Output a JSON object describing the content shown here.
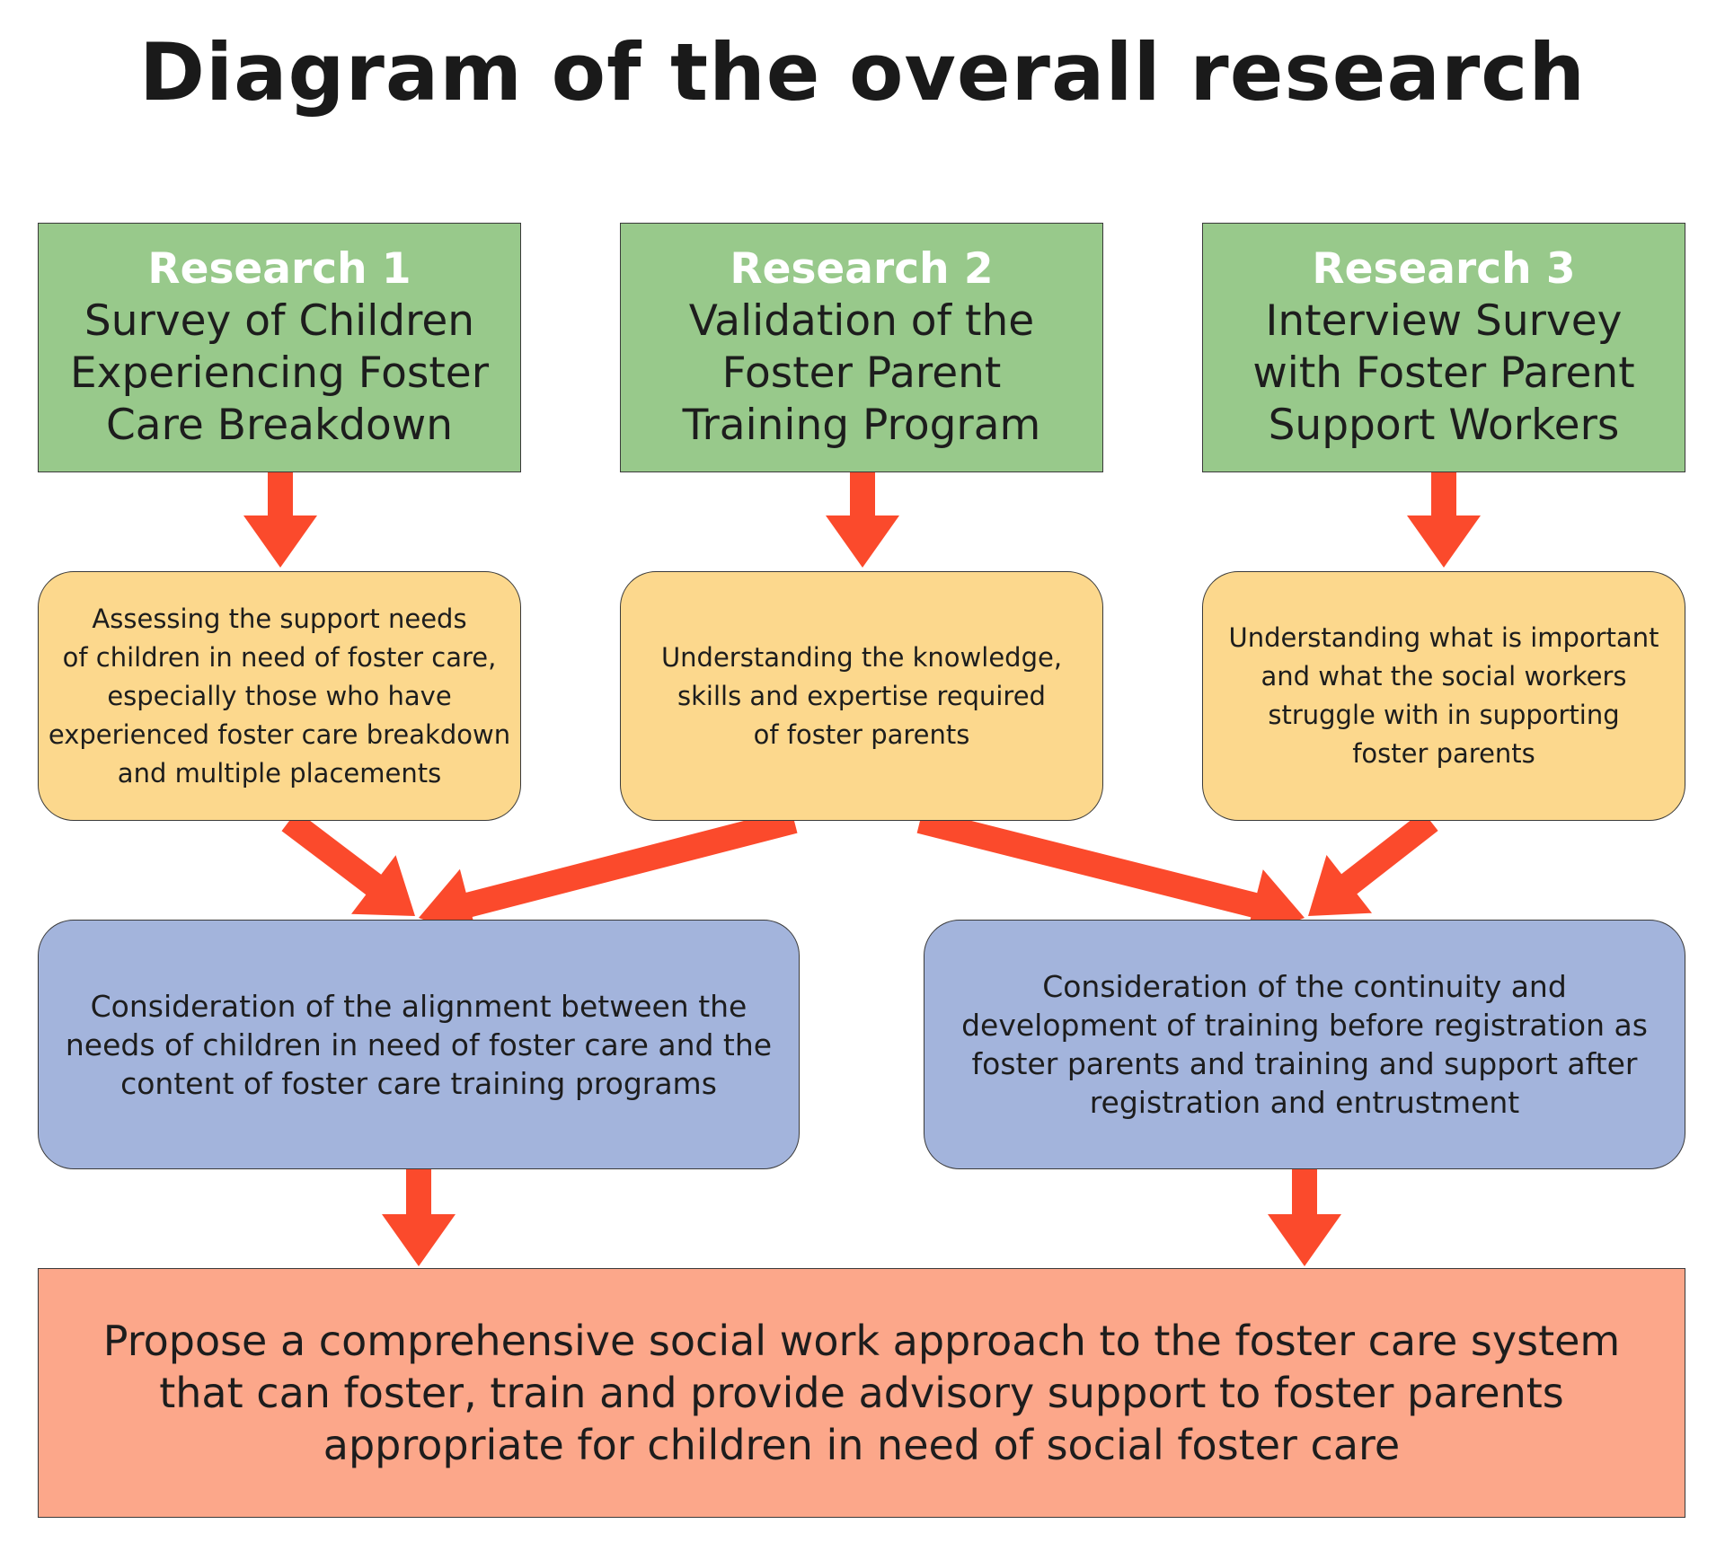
{
  "title": "Diagram of the overall research",
  "research": [
    {
      "label": "Research 1",
      "title": "Survey of Children\nExperiencing Foster\nCare Breakdown"
    },
    {
      "label": "Research 2",
      "title": "Validation of the\nFoster Parent\nTraining Program"
    },
    {
      "label": "Research 3",
      "title": "Interview Survey\nwith Foster Parent\nSupport Workers"
    }
  ],
  "needs": [
    "Assessing the support needs\nof children in need of foster care,\nespecially those who have\nexperienced foster care breakdown\nand multiple placements",
    "Understanding the knowledge,\nskills and expertise required\nof foster parents",
    "Understanding what is important\nand what the social workers\nstruggle with in supporting\nfoster parents"
  ],
  "considerations": [
    "Consideration of the alignment between the\nneeds of children in need of foster care and the\ncontent of foster care training programs",
    "Consideration of the continuity and\ndevelopment of training before registration as\nfoster parents and training and support after\nregistration and entrustment"
  ],
  "conclusion": "Propose a comprehensive social work approach to the foster care system\nthat can foster, train and provide advisory support to foster parents\nappropriate for children in need of social foster care",
  "colors": {
    "research_box": "#98c98b",
    "need_box": "#fcd88d",
    "consideration_box": "#a3b4dc",
    "conclusion_box": "#fca78a",
    "arrow": "#fb4a2c"
  }
}
